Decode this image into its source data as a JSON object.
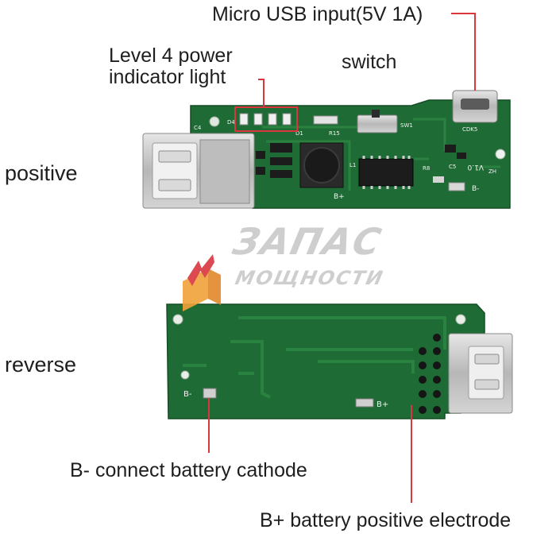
{
  "labels": {
    "usb_input": "Micro USB input(5V 1A)",
    "level_indicator_line1": "Level 4 power",
    "level_indicator_line2": "indicator light",
    "switch": "switch",
    "positive": "positive",
    "reverse": "reverse",
    "b_minus": "B- connect battery cathode",
    "b_plus": "B+ battery positive electrode"
  },
  "silkscreen": {
    "b_minus_front": "B-",
    "b_plus_front": "B+",
    "b_minus_back": "B-",
    "b_plus_back": "B+",
    "version": "V1.0",
    "r15": "R15",
    "sw1": "SW1",
    "cdk5": "CDK5",
    "r8": "R8",
    "c5": "C5",
    "l1": "L1",
    "zh": "ZH",
    "c4": "C4",
    "d4": "D4",
    "d1": "D1"
  },
  "watermark": {
    "line1": "ЗАПАС",
    "line2": "МОЩНОСТИ"
  },
  "colors": {
    "pcb": "#1f6b35",
    "pcb_dark": "#175a2a",
    "trace": "#2f8a46",
    "callout": "#d9363e",
    "metal": "#c9c9c9",
    "watermark_red": "#d9363e",
    "watermark_gold": "#f0a23a"
  }
}
